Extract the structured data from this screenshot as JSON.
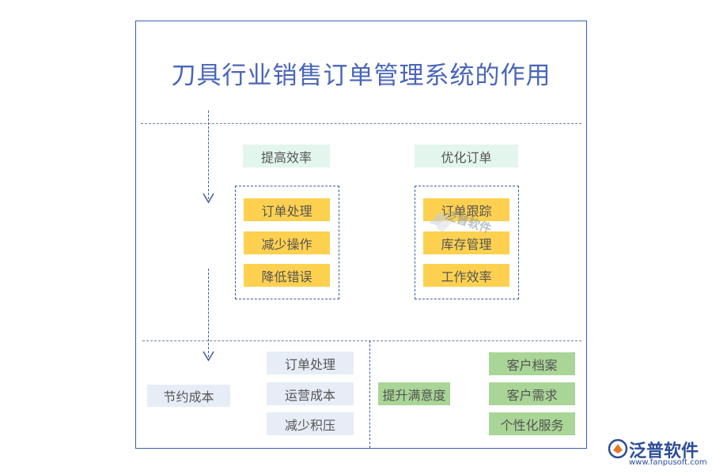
{
  "title": "刀具行业销售订单管理系统的作用",
  "section1": {
    "left": {
      "header": "提高效率",
      "items": [
        "订单处理",
        "减少操作",
        "降低错误"
      ]
    },
    "right": {
      "header": "优化订单",
      "items": [
        "订单跟踪",
        "库存管理",
        "工作效率"
      ]
    }
  },
  "section2": {
    "left": {
      "label": "节约成本",
      "items": [
        "订单处理",
        "运营成本",
        "减少积压"
      ]
    },
    "right": {
      "label": "提升满意度",
      "items": [
        "客户档案",
        "客户需求",
        "个性化服务"
      ]
    }
  },
  "watermark": {
    "brand": "泛普软件"
  },
  "logo": {
    "brand": "泛普软件",
    "url": "www.fanpusoft.com"
  },
  "colors": {
    "frame": "#3a5fb0",
    "title": "#4a66b8",
    "mint": "#e3f6ee",
    "yellow": "#fdd14f",
    "pale": "#e7edf7",
    "green": "#a9d596"
  }
}
